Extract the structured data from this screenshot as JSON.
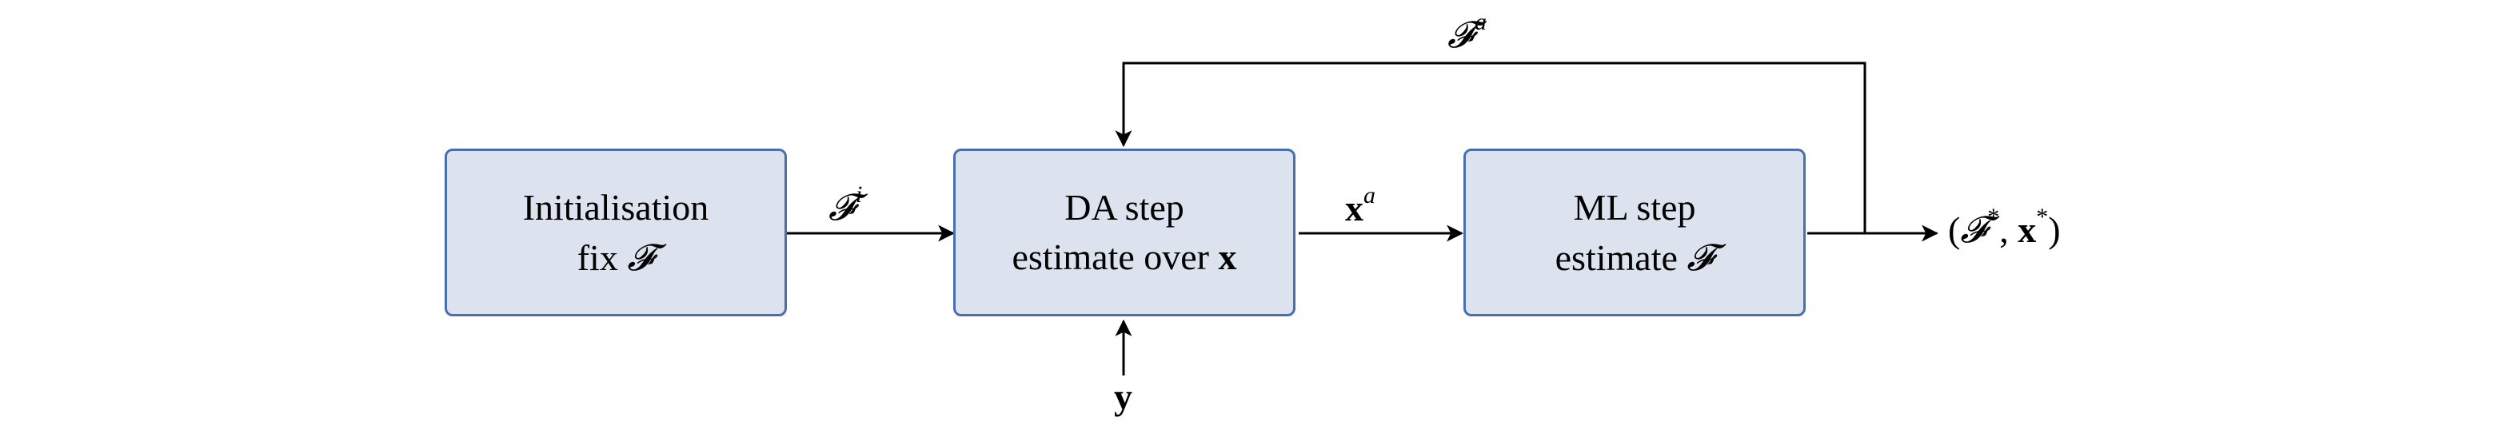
{
  "boxes": [
    {
      "id": "init",
      "line1": "Initialisation",
      "line2_text": "fix ",
      "line2_symbol": "𝓕"
    },
    {
      "id": "da",
      "line1": "DA step",
      "line2_text": "estimate over ",
      "line2_symbol": "x"
    },
    {
      "id": "ml",
      "line1": "ML step",
      "line2_text": "estimate ",
      "line2_symbol": "𝓕"
    }
  ],
  "labels": {
    "fi": {
      "base": "𝓕",
      "sup": "i"
    },
    "xa": {
      "base": "x",
      "sup": "a"
    },
    "fa": {
      "base": "𝓕",
      "sup": "a"
    },
    "y": "y",
    "output": {
      "open": "(",
      "f": "𝓕",
      "f_sup": "*",
      "sep": ", ",
      "x": "x",
      "x_sup": "*",
      "close": ")"
    }
  },
  "colors": {
    "box_fill": "#dce3ee",
    "box_border": "#4a6fb0",
    "line": "#000000"
  }
}
